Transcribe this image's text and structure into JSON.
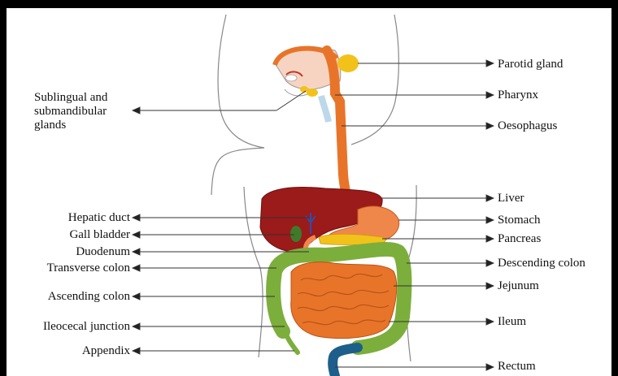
{
  "labels": {
    "parotid_gland": "Parotid gland",
    "pharynx": "Pharynx",
    "oesophagus": "Oesophagus",
    "sublingual_line1": "Sublingual and",
    "sublingual_line2": "submandibular",
    "sublingual_line3": "glands",
    "liver": "Liver",
    "stomach": "Stomach",
    "pancreas": "Pancreas",
    "descending_colon": "Descending colon",
    "jejunum": "Jejunum",
    "ileum": "Ileum",
    "rectum": "Rectum",
    "hepatic_duct": "Hepatic duct",
    "gall_bladder": "Gall bladder",
    "duodenum": "Duodenum",
    "transverse_colon": "Transverse colon",
    "ascending_colon": "Ascending colon",
    "ileocecal_junction": "Ileocecal junction",
    "appendix": "Appendix"
  },
  "colors": {
    "oesophagus": "#e8742a",
    "liver": "#9b1a1a",
    "stomach": "#f0874a",
    "colon": "#7cae3c",
    "small_intestine": "#e8742a",
    "gland": "#f2c21b",
    "rectum": "#1d5f8a",
    "outline": "#777777"
  }
}
